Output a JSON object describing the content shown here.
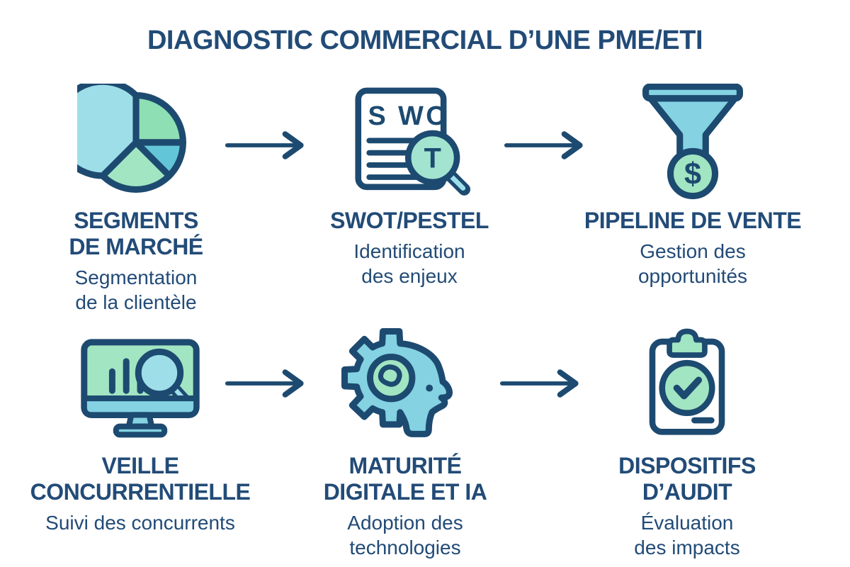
{
  "title": "DIAGNOSTIC COMMERCIAL D’UNE PME/ETI",
  "colors": {
    "navy": "#1d4a70",
    "text": "#224b77",
    "cyan": "#9edee9",
    "cyan2": "#84d2e2",
    "mint": "#a2e5c2",
    "green": "#8edfb3",
    "teal": "#63c6d8",
    "mint2": "#a3e4d0"
  },
  "icon_texts": {
    "swot_letters": "S WO",
    "magnifier_letter": "T",
    "dollar_sign": "$"
  },
  "steps": [
    {
      "icon": "pie-chart-icon",
      "heading": "SEGMENTS\nDE MARCHÉ",
      "subtitle": "Segmentation\nde la clientèle"
    },
    {
      "icon": "swot-document-magnifier-icon",
      "heading": "SWOT/PESTEL",
      "subtitle": "Identification\ndes enjeux"
    },
    {
      "icon": "sales-funnel-dollar-icon",
      "heading": "PIPELINE DE VENTE",
      "subtitle": "Gestion des\nopportunités"
    },
    {
      "icon": "monitor-analytics-magnifier-icon",
      "heading": "VEILLE\nCONCURRENTIELLE",
      "subtitle": "Suivi des concurrents"
    },
    {
      "icon": "gear-head-ai-icon",
      "heading": "MATURITÉ\nDIGITALE ET IA",
      "subtitle": "Adoption des\ntechnologies"
    },
    {
      "icon": "audit-clipboard-check-icon",
      "heading": "DISPOSITIFS\nD’AUDIT",
      "subtitle": "Évaluation\ndes impacts"
    }
  ]
}
